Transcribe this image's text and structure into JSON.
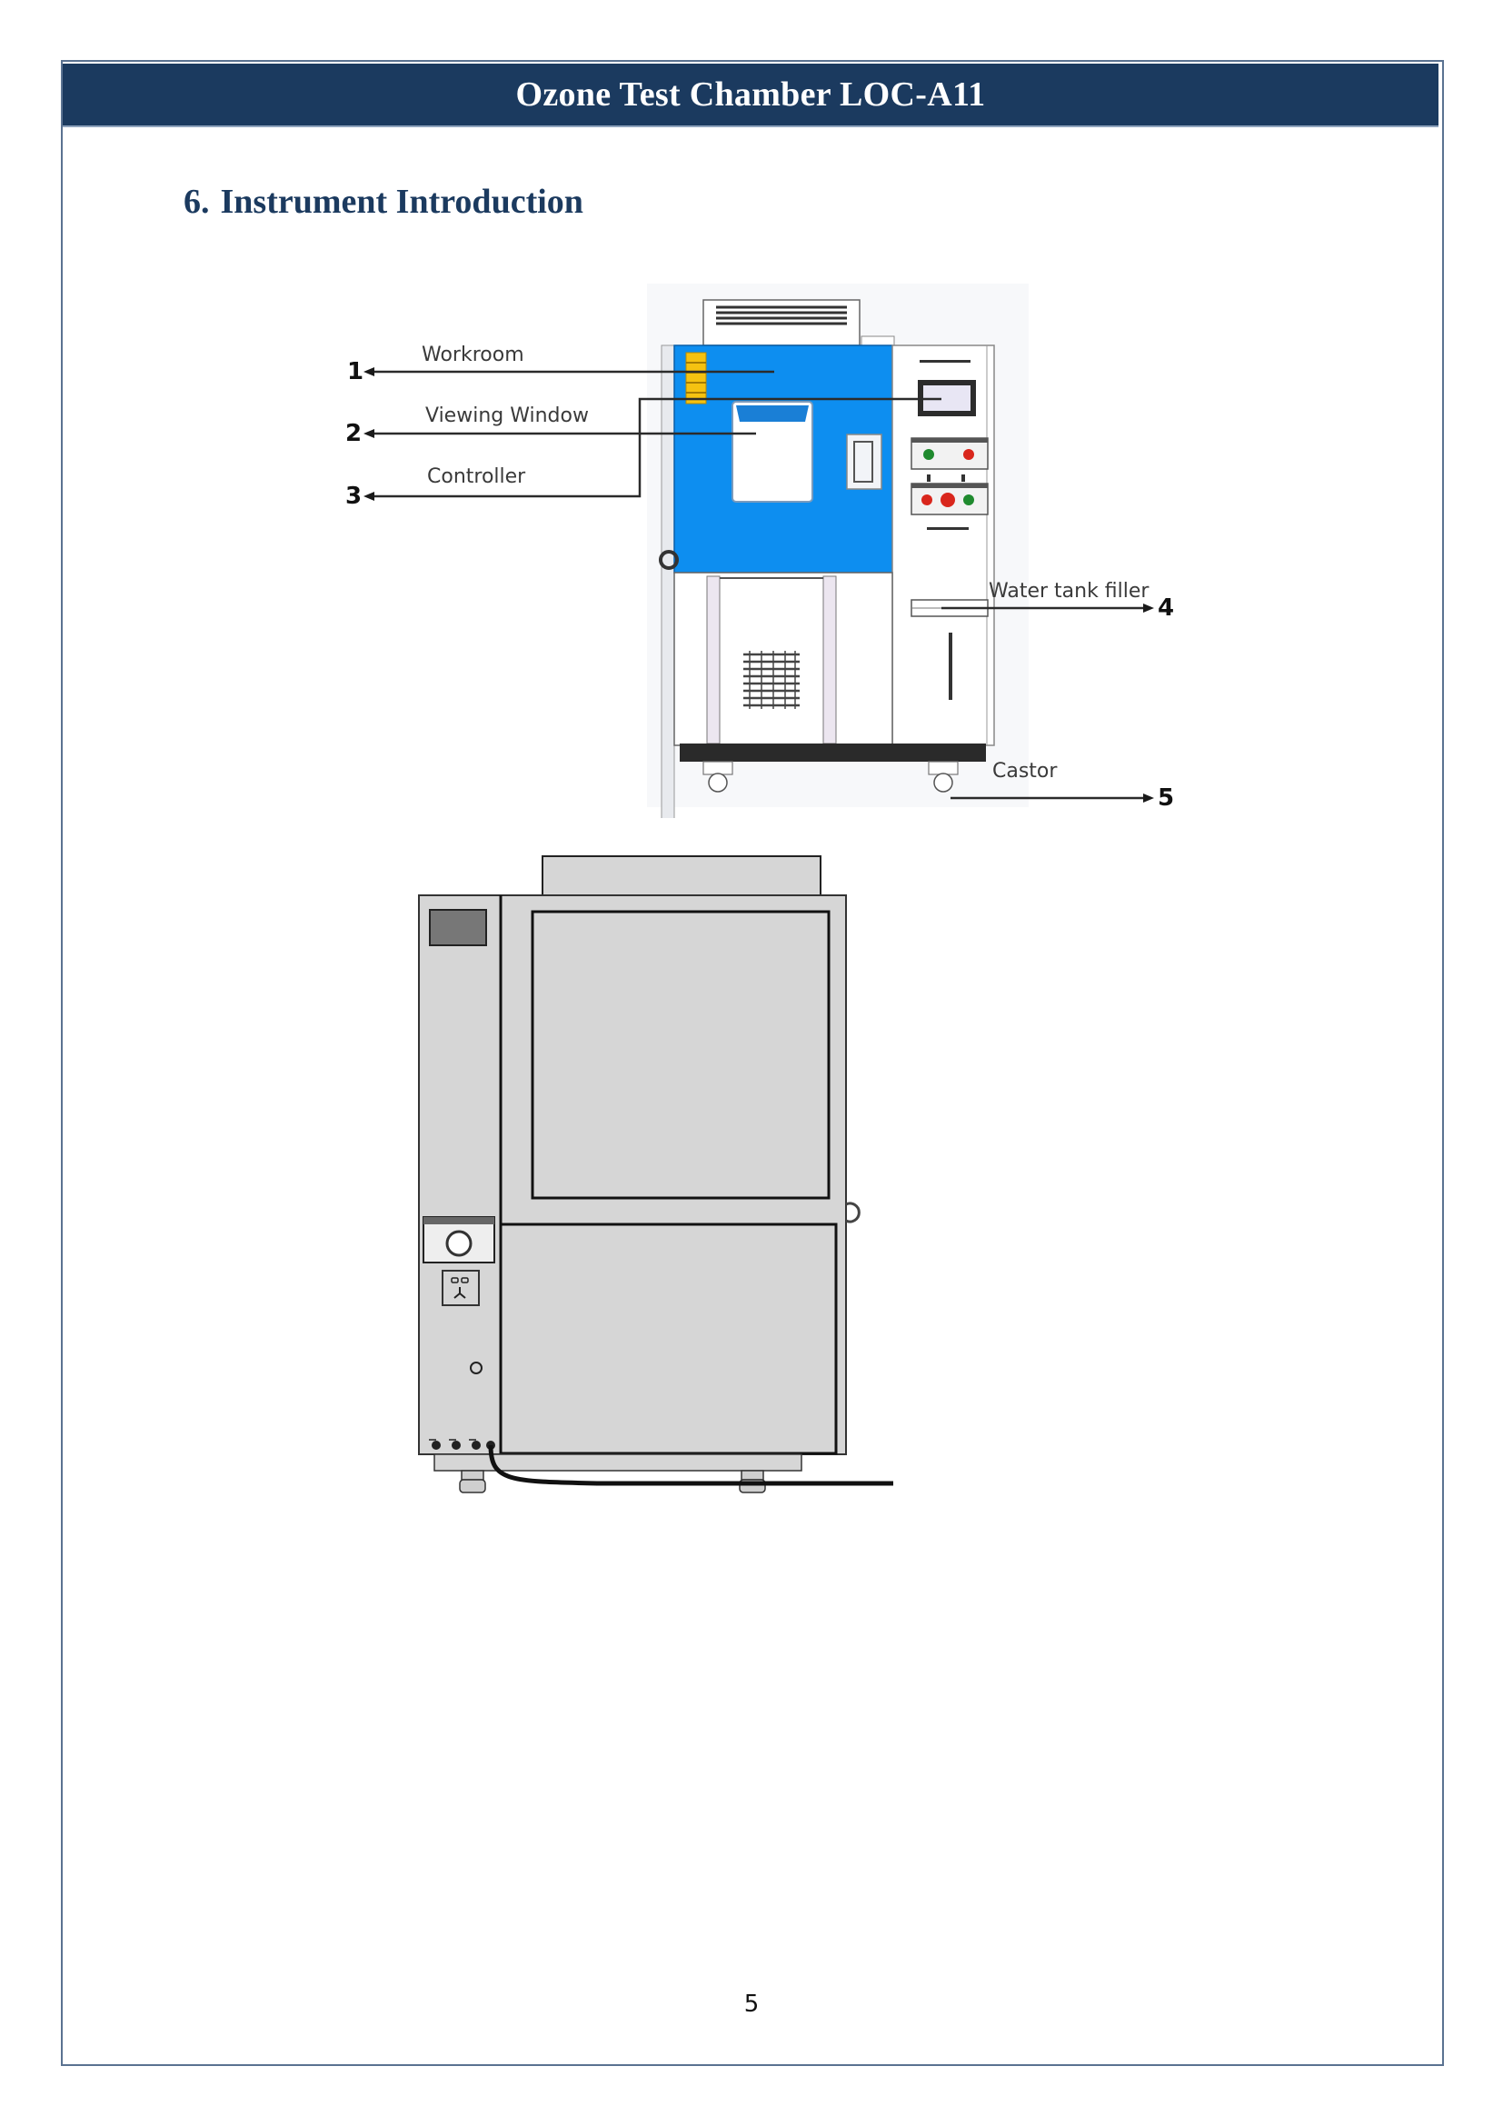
{
  "header": {
    "title": "Ozone Test Chamber LOC-A11",
    "background_color": "#1b3a5f",
    "text_color": "#ffffff"
  },
  "section": {
    "number": "6.",
    "title": "Instrument Introduction",
    "color": "#1b3a5f"
  },
  "figure_front": {
    "description": "Front view of chamber with numbered callouts",
    "callouts": [
      {
        "number": "1",
        "label": "Workroom",
        "side": "left"
      },
      {
        "number": "2",
        "label": "Viewing Window",
        "side": "left"
      },
      {
        "number": "3",
        "label": "Controller",
        "side": "left"
      },
      {
        "number": "4",
        "label": "Water tank filler",
        "side": "right"
      },
      {
        "number": "5",
        "label": "Castor",
        "side": "right"
      }
    ],
    "colors": {
      "door_blue": "#0d8ef0",
      "indicator_yellow": "#f5c211",
      "button_green": "#1f8a2e",
      "button_red": "#d9261c",
      "base_black": "#2a2a2a"
    }
  },
  "figure_side": {
    "description": "Side view line drawing of chamber",
    "colors": {
      "body_gray": "#d6d6d6",
      "screen_gray": "#777777",
      "outline": "#222222"
    }
  },
  "footer": {
    "page_number": "5"
  }
}
